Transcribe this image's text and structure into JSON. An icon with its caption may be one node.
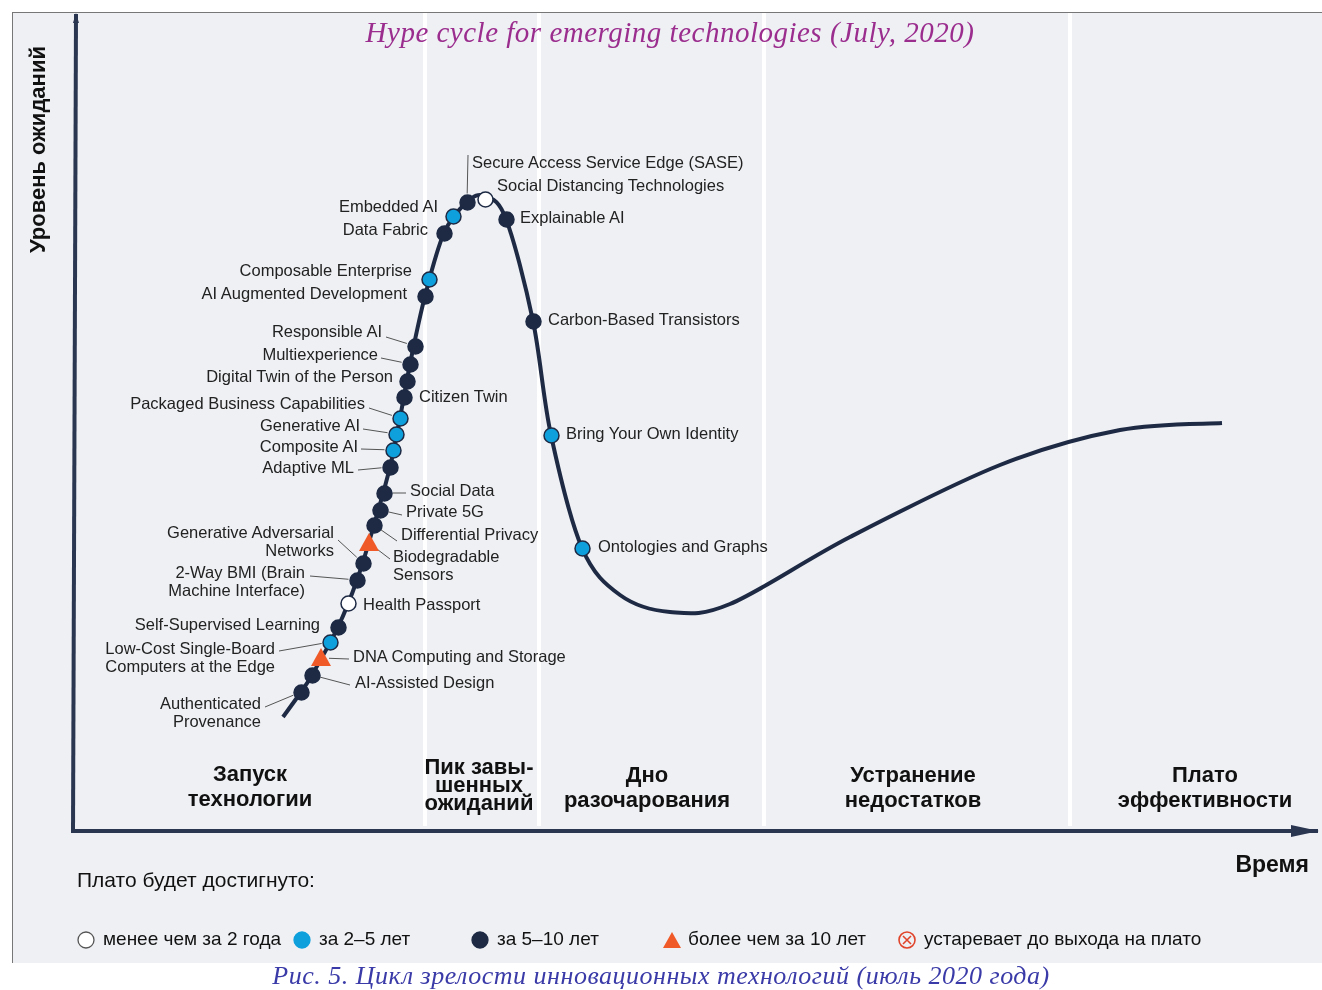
{
  "diagram": {
    "title": "Hype cycle for emerging technologies (July, 2020)",
    "caption": "Рис. 5. Цикл зрелости инновационных технологий (июль 2020 года)",
    "nodes": [
      {
        "text": [],
        "shape": "circle"
      },
      {
        "text": [],
        "shape": "circle",
        "beside": [
          "Social Distancing Technologies"
        ]
      },
      {
        "text": [],
        "shape": "circle",
        "beside": [
          "Embedded AI"
        ]
      },
      {
        "text": [],
        "shape": "circle",
        "beside": [
          "Data Fabric"
        ]
      },
      {
        "text": [],
        "shape": "circle",
        "beside": [
          "Explainable AI"
        ]
      },
      {
        "text": [],
        "shape": "circle",
        "beside": [
          "Composable Enterprise"
        ]
      },
      {
        "text": [],
        "shape": "circle",
        "beside": [
          "AI Augmented Development"
        ]
      },
      {
        "text": [],
        "shape": "circle",
        "beside": [
          "Carbon-Based Transistors"
        ]
      },
      {
        "text": [],
        "shape": "circle"
      },
      {
        "text": [],
        "shape": "circle"
      },
      {
        "text": [],
        "shape": "circle",
        "beside": [
          "Digital Twin of the Person"
        ]
      },
      {
        "text": [],
        "shape": "circle",
        "beside": [
          "Citizen Twin"
        ]
      },
      {
        "text": [],
        "shape": "circle"
      },
      {
        "text": [],
        "shape": "circle"
      },
      {
        "text": [],
        "shape": "circle"
      },
      {
        "text": [],
        "shape": "circle"
      },
      {
        "text": [],
        "shape": "circle",
        "beside": [
          "Bring Your Own Identity"
        ]
      },
      {
        "text": [],
        "shape": "circle"
      },
      {
        "text": [],
        "shape": "circle"
      },
      {
        "text": [],
        "shape": "circle"
      },
      {
        "text": [],
        "shape": "circle"
      },
      {
        "text": [],
        "shape": "triangle"
      },
      {
        "text": [],
        "shape": "circle",
        "beside": [
          "Ontologies and Graphs"
        ]
      },
      {
        "text": [],
        "shape": "circle"
      },
      {
        "text": [],
        "shape": "circle",
        "beside": [
          "Health Passport"
        ]
      },
      {
        "text": [],
        "shape": "circle",
        "beside": [
          "Self-Supervised Learning"
        ]
      },
      {
        "text": [],
        "shape": "circle"
      },
      {
        "text": [],
        "shape": "triangle"
      },
      {
        "text": [],
        "shape": "circle"
      },
      {
        "text": [],
        "shape": "circle"
      },
      {
        "text": [
          "Secure Access Service Edge (SASE)"
        ]
      },
      {
        "text": [
          "Responsible AI"
        ]
      },
      {
        "text": [
          "Multiexperience"
        ]
      },
      {
        "text": [
          "Packaged Business Capabilities"
        ]
      },
      {
        "text": [
          "Generative AI"
        ]
      },
      {
        "text": [
          "Composite AI"
        ]
      },
      {
        "text": [
          "Adaptive ML"
        ]
      },
      {
        "text": [
          "Social Data"
        ]
      },
      {
        "text": [
          "Private 5G"
        ]
      },
      {
        "text": [
          "Differential Privacy"
        ]
      },
      {
        "text": [
          "Generative Adversarial Networks"
        ]
      },
      {
        "text": [
          "Biodegradable Sensors"
        ]
      },
      {
        "text": [
          "2-Way BMI (Brain Machine Interface)"
        ]
      },
      {
        "text": [
          "Low-Cost Single-Board Computers at the Edge"
        ]
      },
      {
        "text": [
          "DNA Computing and Storage"
        ]
      },
      {
        "text": [
          "AI-Assisted Design"
        ]
      },
      {
        "text": [
          "Authenticated Provenance"
        ]
      }
    ],
    "edges": [
      {
        "from": 30,
        "to": 0,
        "arrow": "none"
      },
      {
        "from": 31,
        "to": 8,
        "arrow": "none"
      },
      {
        "from": 32,
        "to": 9,
        "arrow": "none"
      },
      {
        "from": 33,
        "to": 12,
        "arrow": "none"
      },
      {
        "from": 34,
        "to": 13,
        "arrow": "none"
      },
      {
        "from": 35,
        "to": 14,
        "arrow": "none"
      },
      {
        "from": 36,
        "to": 15,
        "arrow": "none"
      },
      {
        "from": 37,
        "to": 17,
        "arrow": "none"
      },
      {
        "from": 38,
        "to": 18,
        "arrow": "none"
      },
      {
        "from": 39,
        "to": 19,
        "arrow": "none"
      },
      {
        "from": 40,
        "to": 20,
        "arrow": "none"
      },
      {
        "from": 41,
        "to": 21,
        "arrow": "none"
      },
      {
        "from": 42,
        "to": 23,
        "arrow": "none"
      },
      {
        "from": 43,
        "to": 26,
        "arrow": "none"
      },
      {
        "from": 44,
        "to": 27,
        "arrow": "none"
      },
      {
        "from": 45,
        "to": 28,
        "arrow": "none"
      },
      {
        "from": 46,
        "to": 29,
        "arrow": "none"
      }
    ],
    "labels": [
      "Уровень ожиданий",
      "Запуск технологии",
      "Пик завы-шенных ожиданий",
      "Дно разочарования",
      "Устранение недостатков",
      "Плато эффективности",
      "Время",
      "Плато будет достигнуто:"
    ],
    "legend": [
      {
        "text": "менее чем за 2 года",
        "color": "#ffffff"
      },
      {
        "text": "за 2–5 лет",
        "color": "#0ea0dc"
      },
      {
        "text": "за 5–10 лет",
        "color": "#1e2a44"
      },
      {
        "text": "более чем за 10 лет",
        "color": "#f05a28"
      },
      {
        "text": "устаревает до выхода на плато"
      }
    ]
  }
}
